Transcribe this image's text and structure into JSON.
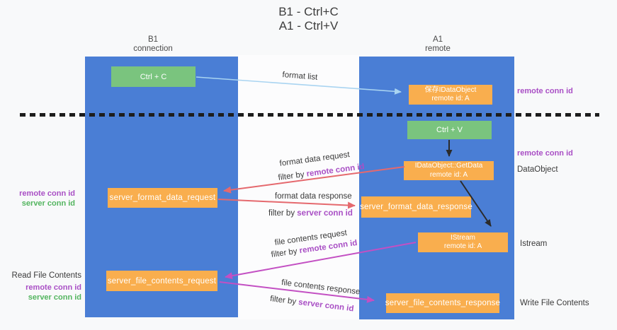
{
  "title": {
    "line1": "B1 - Ctrl+C",
    "line2": "A1 - Ctrl+V"
  },
  "lanes": {
    "b1": {
      "name": "B1",
      "subtitle": "connection"
    },
    "a1": {
      "name": "A1",
      "subtitle": "remote"
    }
  },
  "boxes": {
    "ctrl_c": {
      "label": "Ctrl + C"
    },
    "save_idataobject": {
      "line1": "保存IDataObject",
      "line2": "remote id: A"
    },
    "ctrl_v": {
      "label": "Ctrl + V"
    },
    "getdata": {
      "line1": "IDataObject::GetData",
      "line2": "remote id: A"
    },
    "istream": {
      "line1": "IStream",
      "line2": "remote id: A"
    },
    "server_format_data_request": {
      "label": "server_format_data_request"
    },
    "server_format_data_response": {
      "label": "server_format_data_response"
    },
    "server_file_contents_request": {
      "label": "server_file_contents_request"
    },
    "server_file_contents_response": {
      "label": "server_file_contents_response"
    }
  },
  "flow_labels": {
    "format_list": "format list",
    "format_data_request": "format data request",
    "format_data_response": "format data response",
    "file_contents_request": "file contents request",
    "file_contents_response": "file contents response",
    "filter_by": "filter by",
    "remote_conn_id": "remote conn id",
    "server_conn_id": "server conn id"
  },
  "side_labels": {
    "remote_conn_id": "remote conn id",
    "server_conn_id": "server conn id",
    "dataobject": "DataObject",
    "istream": "Istream",
    "read_file_contents": "Read File Contents",
    "write_file_contents": "Write File Contents"
  },
  "colors": {
    "lane_blue": "#4a7ed5",
    "box_green": "#7ac47e",
    "box_orange": "#f9ae4e",
    "arrow_red": "#e5696e",
    "arrow_magenta": "#c350c3",
    "arrow_light_blue": "#a9d4f1",
    "arrow_black": "#2b2b2b",
    "conn_id_purple": "#a94fc5",
    "conn_id_green": "#53b55f"
  }
}
